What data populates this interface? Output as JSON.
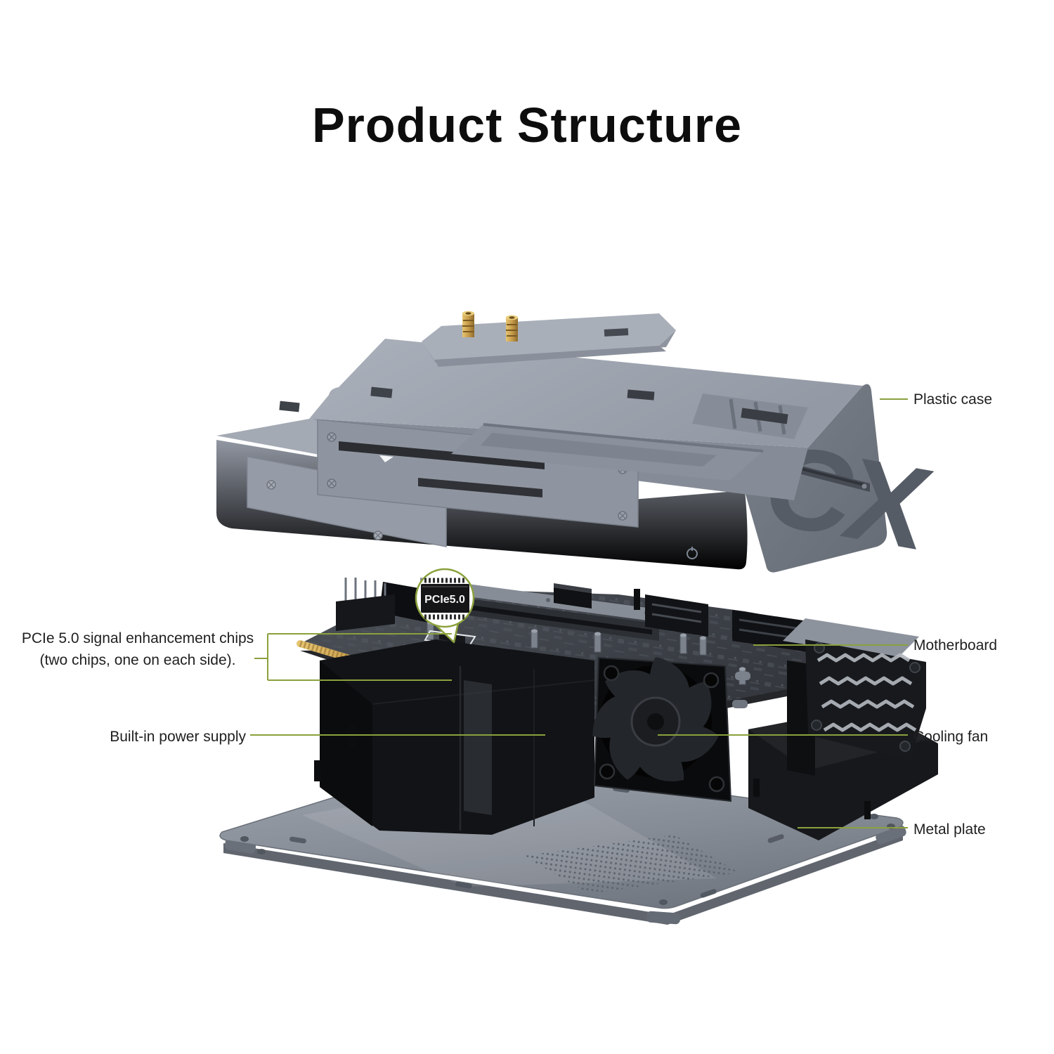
{
  "title": "Product Structure",
  "case_logo": "CX",
  "callout": {
    "chip_label": "PCIe5.0"
  },
  "labels": {
    "plastic_case": "Plastic case",
    "pcie_chips_line1": "PCIe 5.0 signal enhancement chips",
    "pcie_chips_line2": "(two chips, one on each side).",
    "motherboard": "Motherboard",
    "power_supply": "Built-in power supply",
    "cooling_fan": "Cooling fan",
    "metal_plate": "Metal plate"
  },
  "colors": {
    "background": "#ffffff",
    "title_text": "#0d0d0d",
    "label_text": "#1f1f1f",
    "leader_line": "#8aa13c",
    "case_gray": "#9aa0ab",
    "case_side_gray": "#6e747e",
    "pcb_dark": "#42464d",
    "gold_edge": "#d9b568",
    "black_parts": "#141518",
    "metal_plate_gray": "#8a909a"
  }
}
